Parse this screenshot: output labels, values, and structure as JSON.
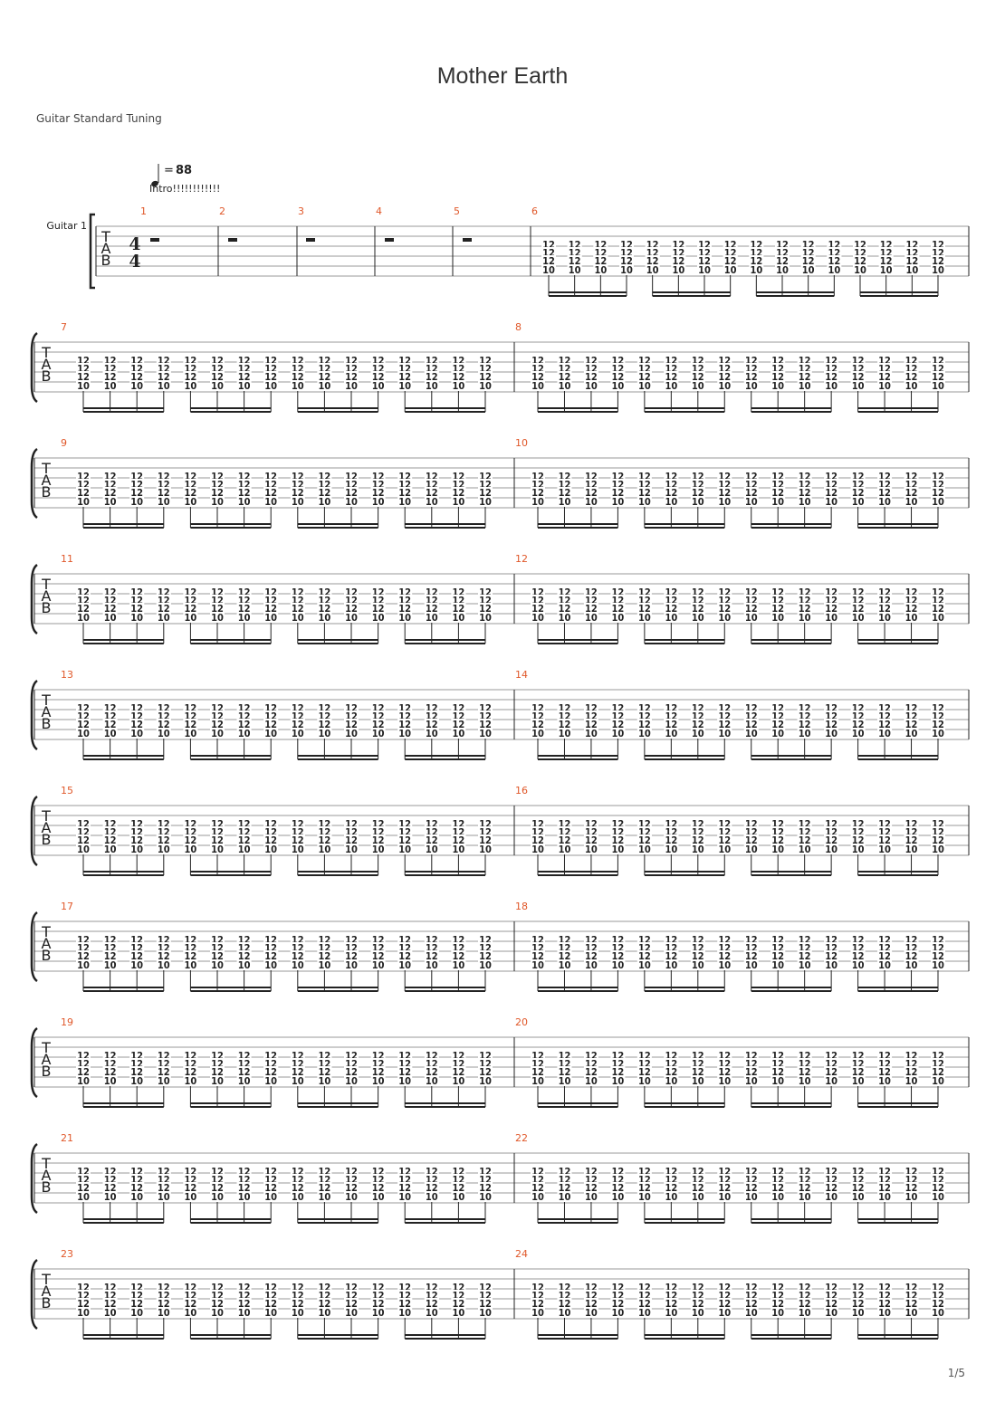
{
  "title": "Mother Earth",
  "tuning_label": "Guitar Standard Tuning",
  "tempo": {
    "symbol": "=",
    "bpm": "88"
  },
  "section_marker": "Intro!!!!!!!!!!!!",
  "track_name": "Guitar 1",
  "clef": [
    "T",
    "A",
    "B"
  ],
  "time_signature": {
    "top": "4",
    "bottom": "4"
  },
  "chord": {
    "frets": [
      "12",
      "12",
      "12",
      "10"
    ]
  },
  "rest_measures": [
    "1",
    "2",
    "3",
    "4",
    "5"
  ],
  "systems": [
    {
      "measures": [
        "1",
        "2",
        "3",
        "4",
        "5",
        "6"
      ]
    },
    {
      "measures": [
        "7",
        "8"
      ]
    },
    {
      "measures": [
        "9",
        "10"
      ]
    },
    {
      "measures": [
        "11",
        "12"
      ]
    },
    {
      "measures": [
        "13",
        "14"
      ]
    },
    {
      "measures": [
        "15",
        "16"
      ]
    },
    {
      "measures": [
        "17",
        "18"
      ]
    },
    {
      "measures": [
        "19",
        "20"
      ]
    },
    {
      "measures": [
        "21",
        "22"
      ]
    },
    {
      "measures": [
        "23",
        "24"
      ]
    }
  ],
  "notes_per_measure": 16,
  "notes_per_beam_group": 4,
  "colors": {
    "measure_number": "#e0582a",
    "staff_line": "#9a9a9a",
    "ink": "#222222"
  },
  "page_number": "1/5"
}
